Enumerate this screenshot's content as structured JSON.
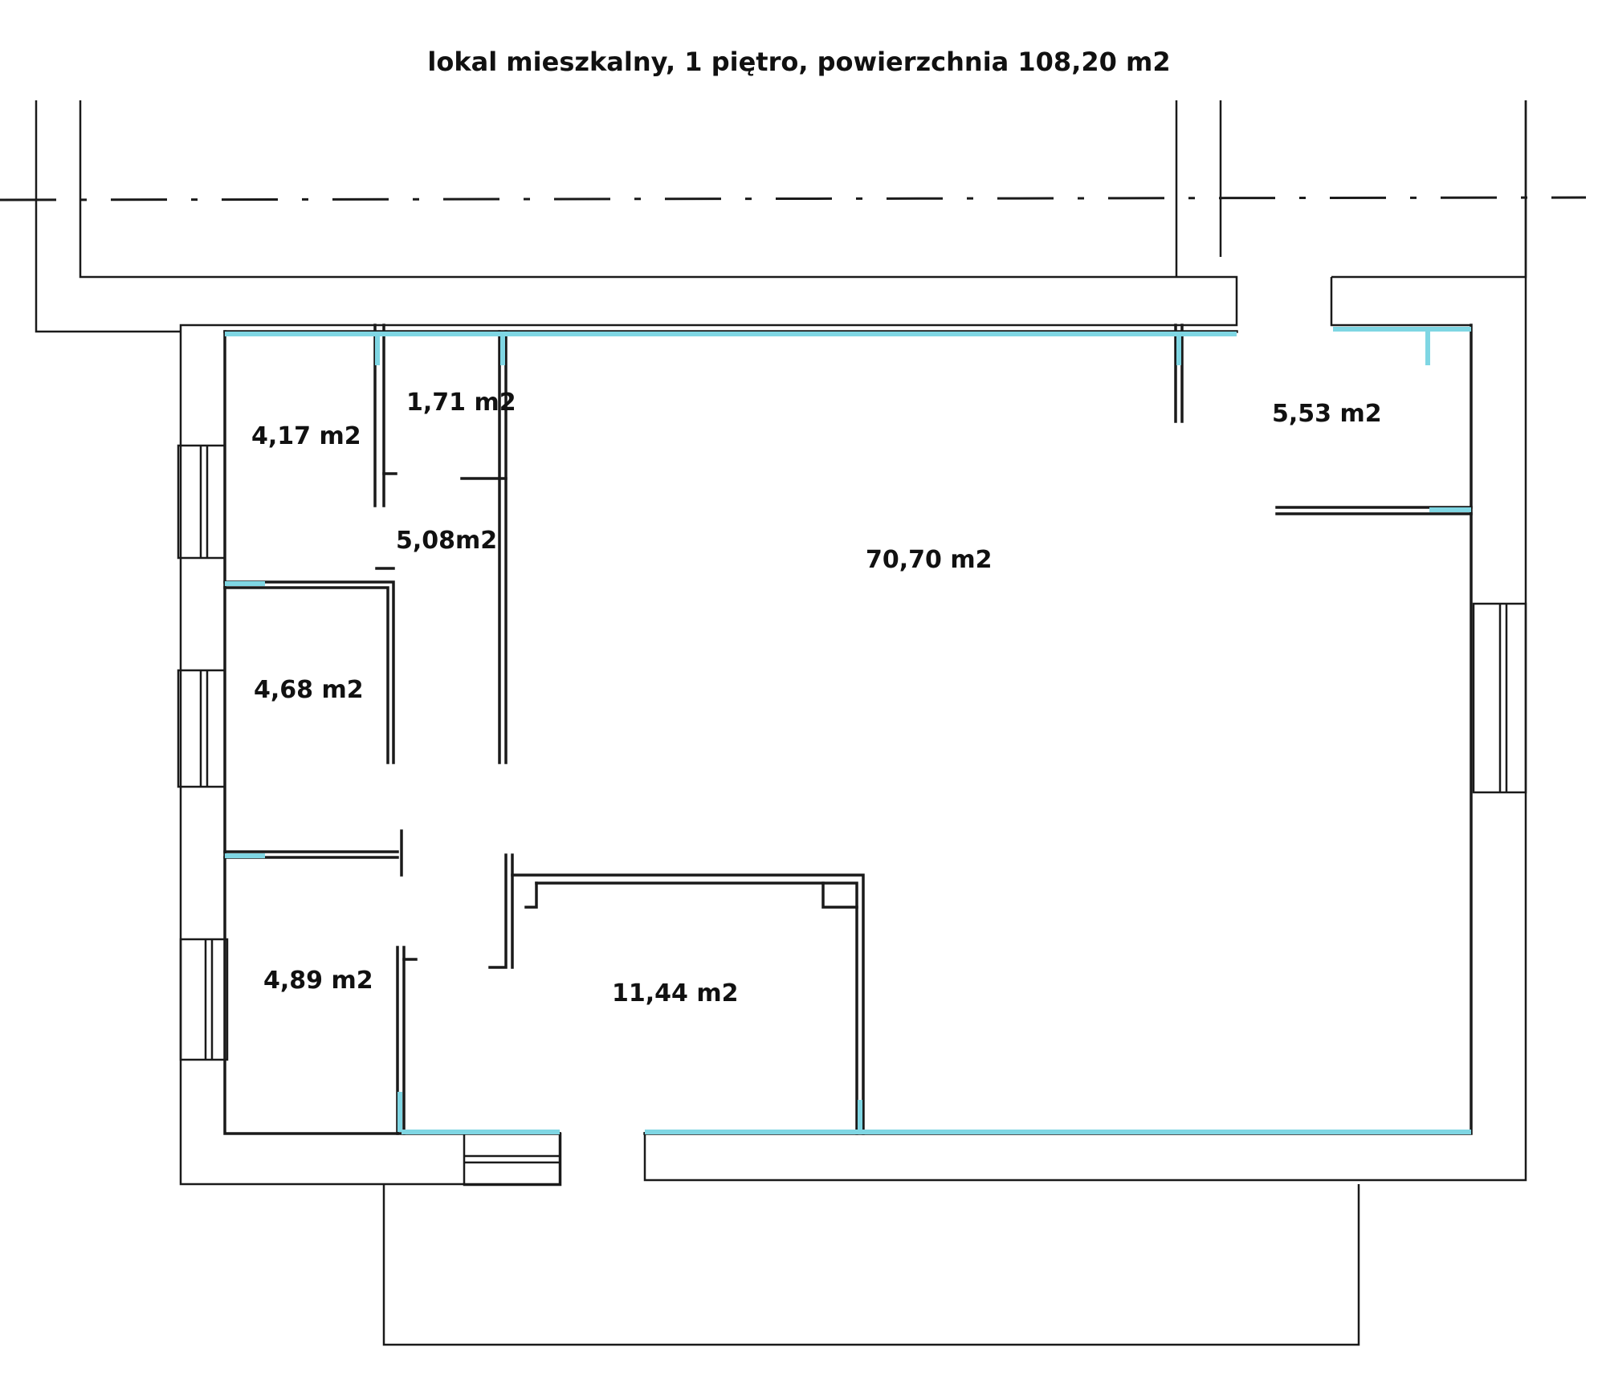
{
  "title": "lokal mieszkalny, 1 piętro, powierzchnia 108,20 m2",
  "rooms": [
    {
      "id": "room-a",
      "area": "4,17 m2"
    },
    {
      "id": "room-b",
      "area": "1,71 m2"
    },
    {
      "id": "room-c",
      "area": "5,08m2"
    },
    {
      "id": "room-d",
      "area": "4,68 m2"
    },
    {
      "id": "room-e",
      "area": "4,89 m2"
    },
    {
      "id": "room-f",
      "area": "11,44 m2"
    },
    {
      "id": "room-g",
      "area": "70,70 m2"
    },
    {
      "id": "room-h",
      "area": "5,53 m2"
    }
  ],
  "colors": {
    "line": "#1a1a1a",
    "highlight": "#7fd6e3"
  }
}
